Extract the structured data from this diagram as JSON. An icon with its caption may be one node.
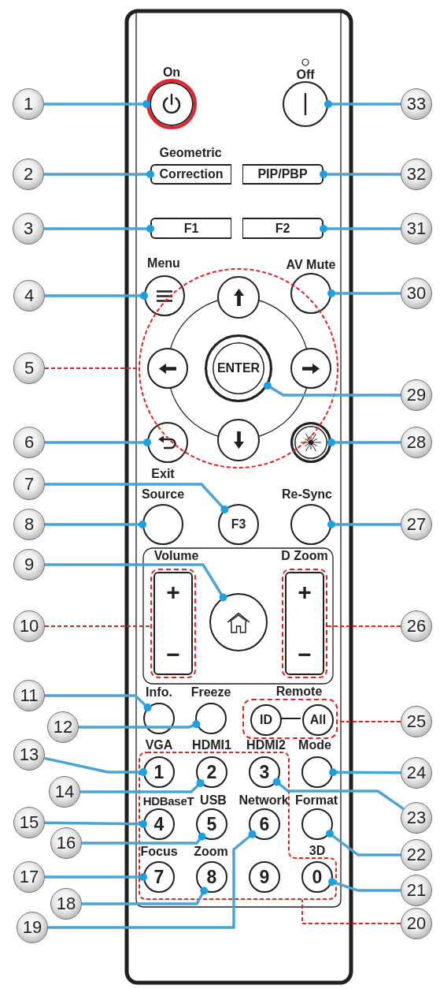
{
  "diagram": {
    "nodes": [
      {
        "text": [
          "1"
        ]
      },
      {
        "text": [
          "2"
        ]
      },
      {
        "text": [
          "3"
        ]
      },
      {
        "text": [
          "4"
        ]
      },
      {
        "text": [
          "5"
        ]
      },
      {
        "text": [
          "6"
        ]
      },
      {
        "text": [
          "7"
        ]
      },
      {
        "text": [
          "8"
        ]
      },
      {
        "text": [
          "9"
        ]
      },
      {
        "text": [
          "10"
        ]
      },
      {
        "text": [
          "11"
        ]
      },
      {
        "text": [
          "12"
        ]
      },
      {
        "text": [
          "13"
        ]
      },
      {
        "text": [
          "14"
        ]
      },
      {
        "text": [
          "15"
        ]
      },
      {
        "text": [
          "16"
        ]
      },
      {
        "text": [
          "17"
        ]
      },
      {
        "text": [
          "18"
        ]
      },
      {
        "text": [
          "19"
        ]
      },
      {
        "text": [
          "20"
        ]
      },
      {
        "text": [
          "21"
        ]
      },
      {
        "text": [
          "22"
        ]
      },
      {
        "text": [
          "23"
        ]
      },
      {
        "text": [
          "24"
        ]
      },
      {
        "text": [
          "25"
        ]
      },
      {
        "text": [
          "26"
        ]
      },
      {
        "text": [
          "27"
        ]
      },
      {
        "text": [
          "28"
        ]
      },
      {
        "text": [
          "29"
        ]
      },
      {
        "text": [
          "30"
        ]
      },
      {
        "text": [
          "31"
        ]
      },
      {
        "text": [
          "32"
        ]
      },
      {
        "text": [
          "33"
        ]
      },
      {
        "text": [],
        "shape": "circle",
        "beside": [
          "On"
        ]
      },
      {
        "text": [],
        "shape": "circle",
        "beside": [
          "Off"
        ]
      },
      {
        "text": [
          "Correction"
        ],
        "beside": [
          "Geometric"
        ]
      },
      {
        "text": [
          "PIP/PBP"
        ]
      },
      {
        "text": [
          "F1"
        ]
      },
      {
        "text": [
          "F2"
        ]
      },
      {
        "text": [],
        "shape": "circle",
        "beside": [
          "Menu"
        ]
      },
      {
        "text": [],
        "shape": "circle",
        "beside": [
          "AV Mute"
        ]
      },
      {
        "text": [],
        "shape": "circle"
      },
      {
        "text": [],
        "shape": "circle",
        "in": 41
      },
      {
        "text": [],
        "shape": "circle",
        "in": 41
      },
      {
        "text": [
          "ENTER"
        ],
        "in": 41
      },
      {
        "text": [],
        "shape": "circle",
        "in": 41
      },
      {
        "text": [],
        "shape": "circle",
        "in": 41
      },
      {
        "text": [],
        "shape": "circle",
        "beside": [
          "Exit"
        ]
      },
      {
        "text": [],
        "shape": "circle"
      },
      {
        "text": [
          "F3"
        ]
      },
      {
        "text": [],
        "shape": "circle",
        "beside": [
          "Source"
        ]
      },
      {
        "text": [],
        "shape": "circle",
        "beside": [
          "Re-Sync"
        ]
      },
      {
        "text": [
          "+",
          "−"
        ],
        "beside": [
          "Volume"
        ]
      },
      {
        "text": [],
        "shape": "circle"
      },
      {
        "text": [
          "+",
          "−"
        ],
        "beside": [
          "D Zoom"
        ]
      },
      {
        "text": [],
        "shape": "circle",
        "beside": [
          "Info."
        ]
      },
      {
        "text": [],
        "shape": "circle",
        "beside": [
          "Freeze"
        ]
      },
      {
        "text": [],
        "shape": "box",
        "beside": [
          "Remote"
        ]
      },
      {
        "text": [
          "ID"
        ],
        "in": 57
      },
      {
        "text": [
          "All"
        ],
        "in": 57
      },
      {
        "text": [],
        "shape": "box"
      },
      {
        "text": [
          "1"
        ],
        "in": 60,
        "beside": [
          "VGA"
        ]
      },
      {
        "text": [
          "2"
        ],
        "in": 60,
        "beside": [
          "HDMI1"
        ]
      },
      {
        "text": [
          "3"
        ],
        "in": 60,
        "beside": [
          "HDMI2"
        ]
      },
      {
        "text": [],
        "shape": "circle",
        "beside": [
          "Mode"
        ]
      },
      {
        "text": [
          "4"
        ],
        "in": 60,
        "beside": [
          "HDBaseT"
        ]
      },
      {
        "text": [
          "5"
        ],
        "in": 60,
        "beside": [
          "USB"
        ]
      },
      {
        "text": [
          "6"
        ],
        "in": 60,
        "beside": [
          "Network"
        ]
      },
      {
        "text": [],
        "shape": "circle",
        "beside": [
          "Format"
        ]
      },
      {
        "text": [
          "7"
        ],
        "in": 60,
        "beside": [
          "Focus"
        ]
      },
      {
        "text": [
          "8"
        ],
        "in": 60,
        "beside": [
          "Zoom"
        ]
      },
      {
        "text": [
          "9"
        ],
        "in": 60
      },
      {
        "text": [
          "0"
        ],
        "in": 60,
        "beside": [
          "3D"
        ]
      }
    ],
    "edges": [
      {
        "from": 0,
        "to": 33,
        "arrow": "other"
      },
      {
        "from": 1,
        "to": 35,
        "arrow": "other"
      },
      {
        "from": 2,
        "to": 37,
        "arrow": "other"
      },
      {
        "from": 3,
        "to": 39,
        "arrow": "other"
      },
      {
        "from": 4,
        "to": 41,
        "arrow": "none",
        "style": "dashed",
        "color": "#e3241b"
      },
      {
        "from": 5,
        "to": 47,
        "arrow": "other"
      },
      {
        "from": 6,
        "to": 49,
        "arrow": "other"
      },
      {
        "from": 7,
        "to": 50,
        "arrow": "other"
      },
      {
        "from": 8,
        "to": 53,
        "arrow": "other"
      },
      {
        "from": 9,
        "to": 52,
        "arrow": "none",
        "style": "dashed",
        "color": "#e3241b"
      },
      {
        "from": 10,
        "to": 55,
        "arrow": "other"
      },
      {
        "from": 11,
        "to": 56,
        "arrow": "other"
      },
      {
        "from": 12,
        "to": 61,
        "arrow": "other"
      },
      {
        "from": 13,
        "to": 62,
        "arrow": "other"
      },
      {
        "from": 14,
        "to": 65,
        "arrow": "other"
      },
      {
        "from": 15,
        "to": 66,
        "arrow": "other"
      },
      {
        "from": 16,
        "to": 69,
        "arrow": "other"
      },
      {
        "from": 17,
        "to": 70,
        "arrow": "other"
      },
      {
        "from": 18,
        "to": 67,
        "arrow": "other"
      },
      {
        "from": 19,
        "to": 60,
        "arrow": "none",
        "style": "dashed",
        "color": "#e3241b"
      },
      {
        "from": 20,
        "to": 72,
        "arrow": "other"
      },
      {
        "from": 21,
        "to": 68,
        "arrow": "other"
      },
      {
        "from": 22,
        "to": 63,
        "arrow": "other"
      },
      {
        "from": 23,
        "to": 64,
        "arrow": "other"
      },
      {
        "from": 24,
        "to": 57,
        "arrow": "none",
        "style": "dashed",
        "color": "#e3241b"
      },
      {
        "from": 25,
        "to": 54,
        "arrow": "none",
        "style": "dashed",
        "color": "#e3241b"
      },
      {
        "from": 26,
        "to": 51,
        "arrow": "other"
      },
      {
        "from": 27,
        "to": 48,
        "arrow": "other"
      },
      {
        "from": 28,
        "to": 44,
        "arrow": "other"
      },
      {
        "from": 29,
        "to": 40,
        "arrow": "other"
      },
      {
        "from": 30,
        "to": 38,
        "arrow": "other"
      },
      {
        "from": 31,
        "to": 36,
        "arrow": "other"
      },
      {
        "from": 32,
        "to": 34,
        "arrow": "other"
      },
      {
        "from": 58,
        "to": 59,
        "arrow": "none",
        "color": "#231f20"
      }
    ]
  }
}
